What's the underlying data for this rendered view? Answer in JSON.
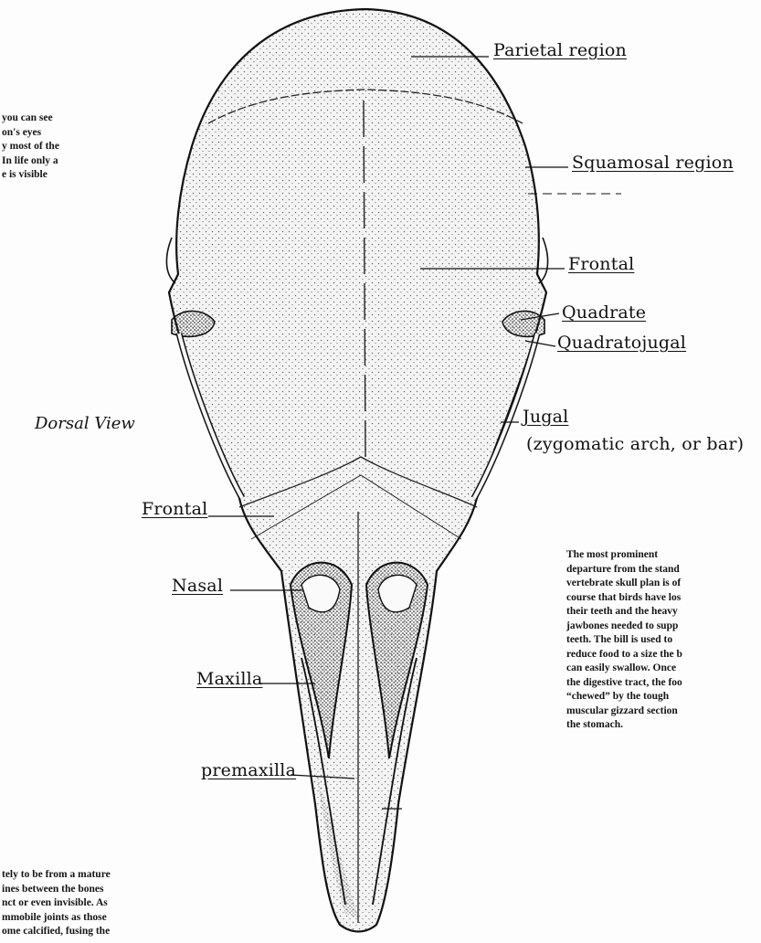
{
  "figure": {
    "view_title": "Dorsal View",
    "labels": {
      "parietal": "Parietal region",
      "squamosal": "Squamosal region",
      "frontal_right": "Frontal",
      "quadrate": "Quadrate",
      "quadratojugal": "Quadratojugal",
      "jugal": "Jugal",
      "jugal_sub": "(zygomatic arch, or bar)",
      "frontal_left": "Frontal",
      "nasal": "Nasal",
      "maxilla": "Maxilla",
      "premaxilla": "premaxilla"
    },
    "note_top_left": [
      "you can see",
      "on's eyes",
      "y most of the",
      "In life only a",
      "e is visible"
    ],
    "note_right": [
      "The most prominent",
      "departure from the stand",
      "vertebrate skull plan is of",
      "course that birds have los",
      "their teeth and the heavy",
      "jawbones needed to supp",
      "teeth. The bill is used to",
      "reduce food to a size the b",
      "can easily swallow. Once",
      "the digestive tract, the foo",
      "“chewed” by the tough",
      "muscular gizzard section",
      "the stomach."
    ],
    "note_bottom_left": [
      "tely to be from a mature",
      "ines between the bones",
      "nct or even invisible. As",
      "mmobile joints as those",
      "ome calcified, fusing the"
    ]
  }
}
